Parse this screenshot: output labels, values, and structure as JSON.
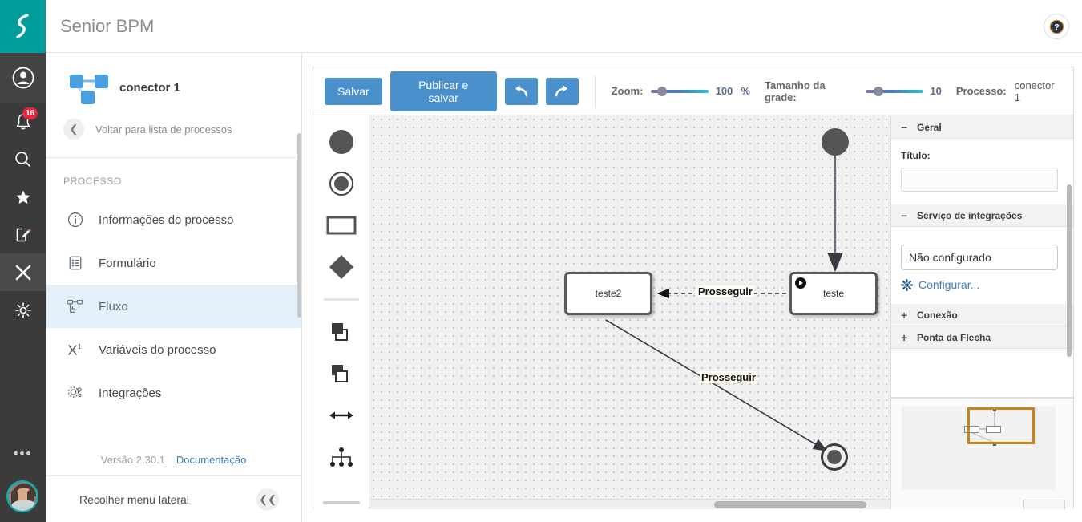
{
  "app": {
    "title": "Senior BPM",
    "logo": "senior-logo"
  },
  "rail": {
    "notifications_badge": "16",
    "items": [
      {
        "icon": "user-profile-icon",
        "name": "profile"
      },
      {
        "icon": "bell-icon",
        "name": "notifications"
      },
      {
        "icon": "search-icon",
        "name": "search"
      },
      {
        "icon": "star-icon",
        "name": "favorites"
      },
      {
        "icon": "edit-square-icon",
        "name": "edit"
      },
      {
        "icon": "x-logo-icon",
        "name": "apps"
      },
      {
        "icon": "gear-icon",
        "name": "settings"
      },
      {
        "icon": "more-dots-icon",
        "name": "more"
      }
    ]
  },
  "sidebar": {
    "process_name": "conector 1",
    "back_label": "Voltar para lista de processos",
    "section_title": "PROCESSO",
    "items": [
      {
        "label": "Informações do processo",
        "icon": "info-icon",
        "active": false
      },
      {
        "label": "Formulário",
        "icon": "form-icon",
        "active": false
      },
      {
        "label": "Fluxo",
        "icon": "flow-icon",
        "active": true
      },
      {
        "label": "Variáveis do processo",
        "icon": "variable-icon",
        "active": false
      },
      {
        "label": "Integrações",
        "icon": "integrations-gear-icon",
        "active": false
      }
    ],
    "version": "Versão 2.30.1",
    "documentation": "Documentação",
    "collapse_label": "Recolher menu lateral"
  },
  "toolbar": {
    "save_label": "Salvar",
    "publish_label": "Publicar e salvar",
    "undo_icon": "undo-arrow-icon",
    "redo_icon": "redo-arrow-icon",
    "zoom_label": "Zoom:",
    "zoom_value": "100",
    "zoom_unit": "%",
    "grid_label": "Tamanho da grade:",
    "grid_value": "10",
    "process_label": "Processo:",
    "process_value": "conector 1"
  },
  "palette": {
    "tools": [
      {
        "name": "start-event-tool",
        "icon": "filled-circle-icon"
      },
      {
        "name": "end-event-tool",
        "icon": "ring-circle-icon"
      },
      {
        "name": "task-rectangle-tool",
        "icon": "rectangle-icon"
      },
      {
        "name": "gateway-diamond-tool",
        "icon": "diamond-icon"
      },
      {
        "name": "bring-to-front-tool",
        "icon": "bring-front-icon"
      },
      {
        "name": "send-to-back-tool",
        "icon": "send-back-icon"
      },
      {
        "name": "connector-tool",
        "icon": "double-arrow-icon"
      },
      {
        "name": "auto-layout-tool",
        "icon": "hierarchy-icon"
      }
    ]
  },
  "canvas": {
    "nodes": [
      {
        "id": "start",
        "type": "start-event",
        "label": ""
      },
      {
        "id": "teste",
        "type": "task",
        "label": "teste",
        "has_play_badge": true
      },
      {
        "id": "teste2",
        "type": "task",
        "label": "teste2",
        "has_play_badge": false
      },
      {
        "id": "end",
        "type": "end-event",
        "label": ""
      }
    ],
    "edges": [
      {
        "from": "start",
        "to": "teste",
        "label": ""
      },
      {
        "from": "teste",
        "to": "teste2",
        "label": "Prosseguir"
      },
      {
        "from": "teste2",
        "to": "end",
        "label": "Prosseguir"
      }
    ]
  },
  "properties": {
    "sections": [
      {
        "title": "Geral",
        "expanded": true,
        "toggle": "−"
      },
      {
        "title": "Serviço de integrações",
        "expanded": true,
        "toggle": "−"
      },
      {
        "title": "Conexão",
        "expanded": false,
        "toggle": "+"
      },
      {
        "title": "Ponta da Flecha",
        "expanded": false,
        "toggle": "+"
      }
    ],
    "title_label": "Título:",
    "title_value": "",
    "integration_value": "Não configurado",
    "configure_label": "Configurar...",
    "configure_icon": "gear-icon"
  },
  "colors": {
    "brand_teal": "#009b9b",
    "rail_dark": "#3b3b3b",
    "accent_blue": "#4a90cc",
    "active_item_bg": "#e3f0fa",
    "link_blue": "#3b82c4",
    "badge_red": "#e8253a",
    "minimap_viewport": "#c8821e"
  }
}
